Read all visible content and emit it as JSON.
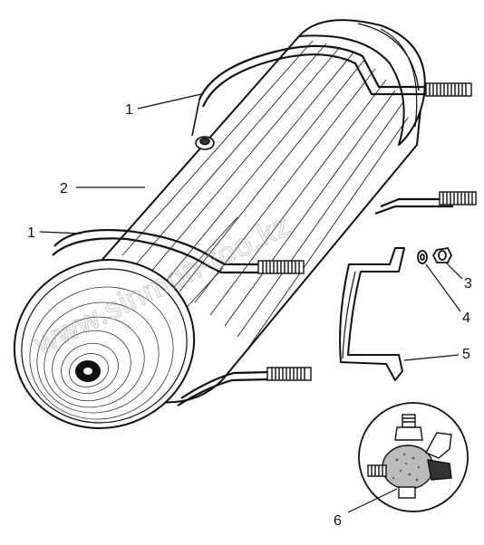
{
  "watermark": "www.sinmon-too.kz",
  "callouts": [
    {
      "id": "strap-upper",
      "label": "1"
    },
    {
      "id": "tank",
      "label": "2"
    },
    {
      "id": "strap-lower",
      "label": "1"
    },
    {
      "id": "nut",
      "label": "3"
    },
    {
      "id": "washer",
      "label": "4"
    },
    {
      "id": "bracket",
      "label": "5"
    },
    {
      "id": "drain-valve",
      "label": "6"
    }
  ],
  "colors": {
    "ink": "#111111",
    "watermark": "#9a9a9a",
    "paper": "#ffffff"
  }
}
